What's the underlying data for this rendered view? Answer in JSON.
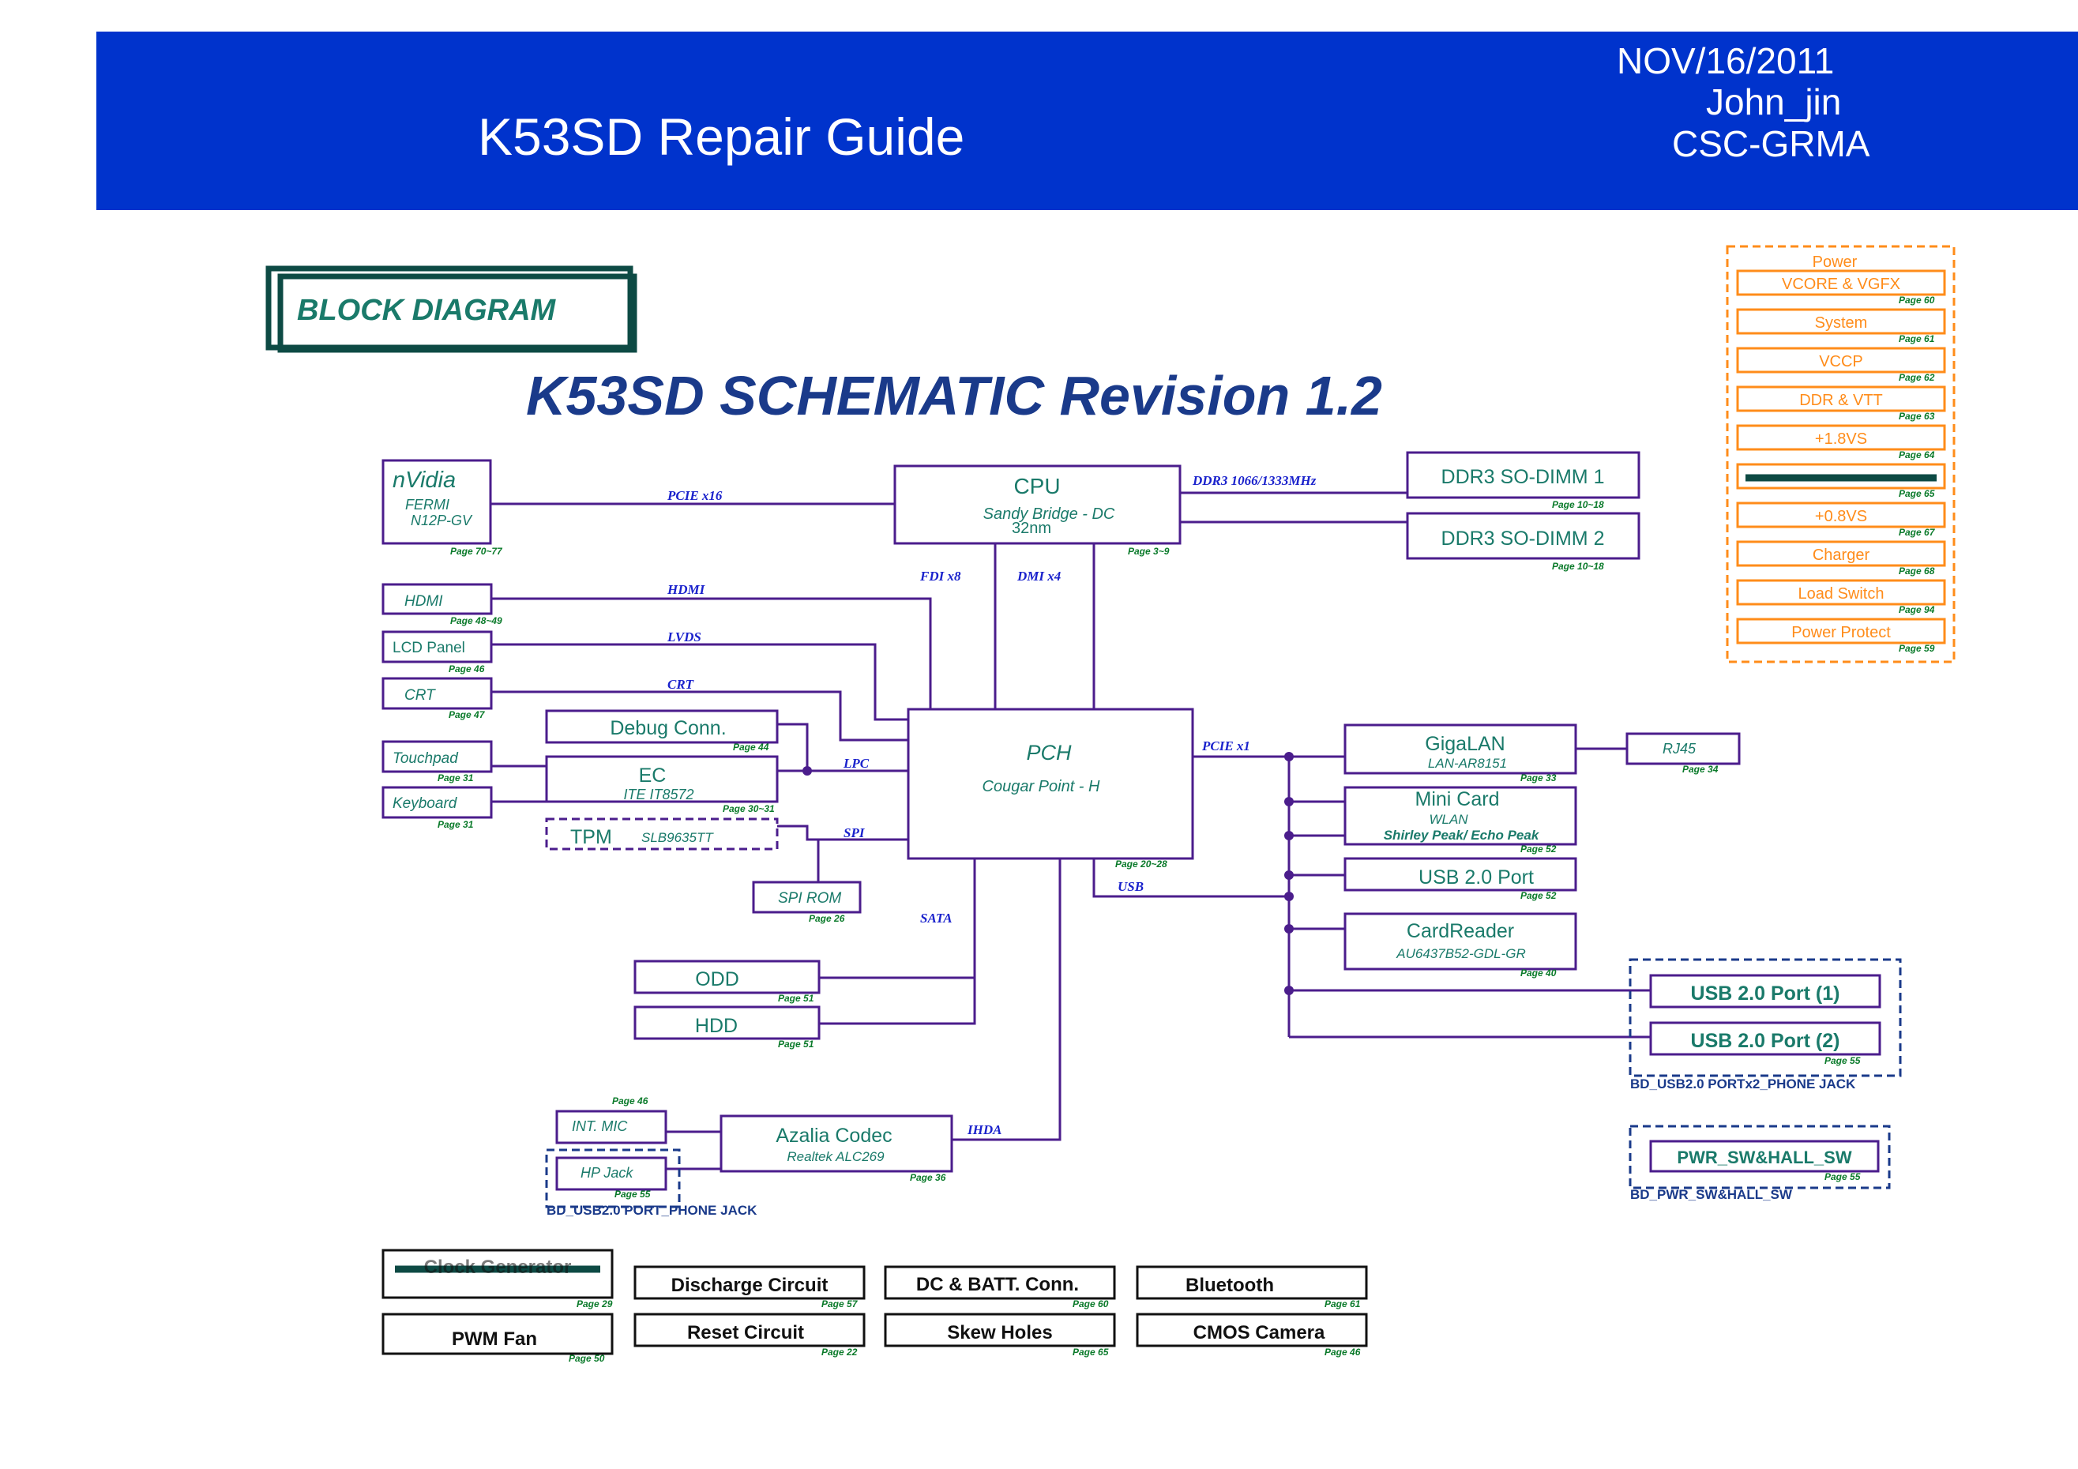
{
  "header": {
    "title": "K53SD Repair Guide",
    "date": "NOV/16/2011",
    "author": "John_jin",
    "dept": "CSC-GRMA"
  },
  "diagram": {
    "badge": "BLOCK DIAGRAM",
    "heading": "K53SD SCHEMATIC Revision 1.2",
    "gpu": {
      "name": "nVidia",
      "sub1": "FERMI",
      "sub2": "N12P-GV",
      "page": "Page 70~77"
    },
    "cpu": {
      "name": "CPU",
      "sub1": "Sandy Bridge - DC",
      "sub2": "32nm",
      "page": "Page 3~9"
    },
    "dimm1": {
      "name": "DDR3 SO-DIMM 1",
      "page": "Page 10~18"
    },
    "dimm2": {
      "name": "DDR3 SO-DIMM 2",
      "page": "Page 10~18"
    },
    "hdmi": {
      "name": "HDMI",
      "page": "Page 48~49"
    },
    "lcd": {
      "name": "LCD Panel",
      "page": "Page 46"
    },
    "crt": {
      "name": "CRT",
      "page": "Page 47"
    },
    "debug": {
      "name": "Debug Conn.",
      "page": "Page 44"
    },
    "touchpad": {
      "name": "Touchpad",
      "page": "Page 31"
    },
    "keyboard": {
      "name": "Keyboard",
      "page": "Page 31"
    },
    "ec": {
      "name": "EC",
      "sub": "ITE IT8572",
      "page": "Page 30~31"
    },
    "tpm": {
      "name": "TPM",
      "sub": "SLB9635TT"
    },
    "spirom": {
      "name": "SPI ROM",
      "page": "Page 26"
    },
    "pch": {
      "name": "PCH",
      "sub": "Cougar Point - H",
      "page": "Page 20~28"
    },
    "odd": {
      "name": "ODD",
      "page": "Page 51"
    },
    "hdd": {
      "name": "HDD",
      "page": "Page 51"
    },
    "intmic": {
      "name": "INT. MIC",
      "page": "Page 46"
    },
    "hpjack": {
      "name": "HP Jack",
      "page": "Page 55"
    },
    "azalia": {
      "name": "Azalia Codec",
      "sub": "Realtek ALC269",
      "page": "Page 36"
    },
    "phone_jack_note": "BD_USB2.0 PORT_PHONE JACK",
    "gigalan": {
      "name": "GigaLAN",
      "sub": "LAN-AR8151",
      "page": "Page 33"
    },
    "rj45": {
      "name": "RJ45",
      "page": "Page 34"
    },
    "minicard": {
      "name": "Mini Card",
      "sub1": "WLAN",
      "sub2": "Shirley Peak/ Echo Peak",
      "page": "Page 52"
    },
    "usbport": {
      "name": "USB 2.0 Port",
      "page": "Page 52"
    },
    "cardreader": {
      "name": "CardReader",
      "sub": "AU6437B52-GDL-GR",
      "page": "Page 40"
    },
    "usb1": {
      "name": "USB 2.0 Port (1)"
    },
    "usb2": {
      "name": "USB 2.0 Port (2)",
      "page": "Page 55"
    },
    "usb_note": "BD_USB2.0 PORTx2_PHONE JACK",
    "pwrsw": {
      "name": "PWR_SW&HALL_SW",
      "page": "Page 55"
    },
    "pwrsw_note": "BD_PWR_SW&HALL_SW",
    "buses": {
      "pcie16": "PCIE x16",
      "ddr3": "DDR3 1066/1333MHz",
      "fdi": "FDI x8",
      "dmi": "DMI x4",
      "hdmi": "HDMI",
      "lvds": "LVDS",
      "crt": "CRT",
      "lpc": "LPC",
      "spi": "SPI",
      "sata": "SATA",
      "usb": "USB",
      "pcie1": "PCIE x1",
      "ihda": "IHDA"
    },
    "power": {
      "title": "Power",
      "items": [
        {
          "label": "VCORE & VGFX",
          "page": "Page 60"
        },
        {
          "label": "System",
          "page": "Page 61"
        },
        {
          "label": "VCCP",
          "page": "Page 62"
        },
        {
          "label": "DDR & VTT",
          "page": "Page 63"
        },
        {
          "label": "+1.8VS",
          "page": "Page 64"
        },
        {
          "label": "",
          "page": "Page 65"
        },
        {
          "label": "+0.8VS",
          "page": "Page 67"
        },
        {
          "label": "Charger",
          "page": "Page 68"
        },
        {
          "label": "Load Switch",
          "page": "Page 94"
        },
        {
          "label": "Power Protect",
          "page": "Page 59"
        }
      ]
    },
    "misc": {
      "clock": {
        "name": "Clock Generator",
        "page": "Page 29"
      },
      "pwmfan": {
        "name": "PWM Fan",
        "page": "Page 50"
      },
      "discharge": {
        "name": "Discharge Circuit",
        "page": "Page 57"
      },
      "reset": {
        "name": "Reset Circuit",
        "page": "Page 22"
      },
      "dcbatt": {
        "name": "DC & BATT. Conn.",
        "page": "Page 60"
      },
      "skew": {
        "name": "Skew Holes",
        "page": "Page 65"
      },
      "bluetooth": {
        "name": "Bluetooth",
        "page": "Page 61"
      },
      "cmos": {
        "name": "CMOS Camera",
        "page": "Page 46"
      }
    }
  }
}
